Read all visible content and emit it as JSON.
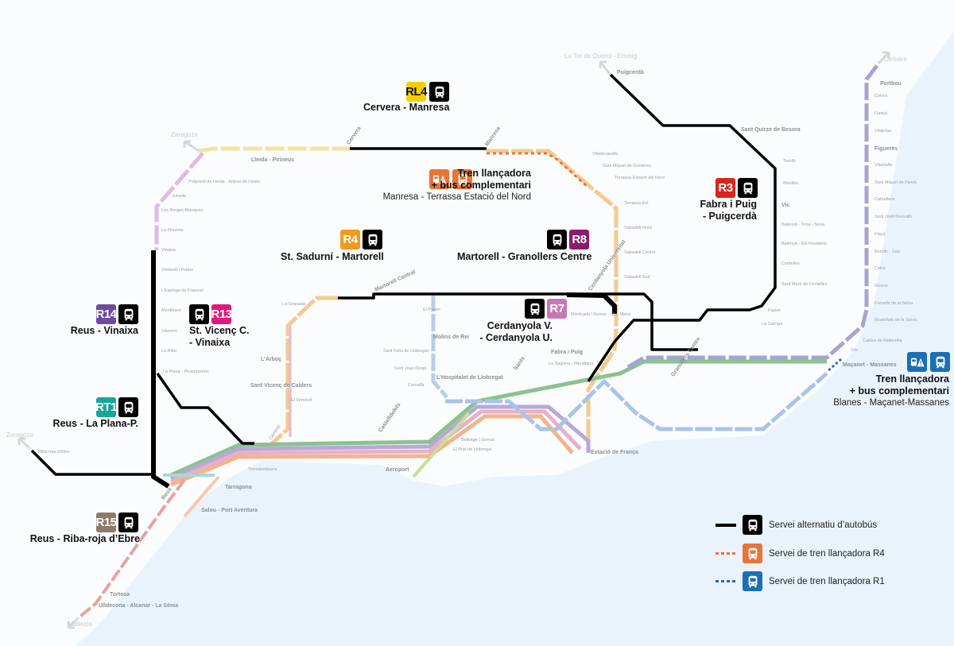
{
  "colors": {
    "bus_black": "#000000",
    "r4_shuttle_orange": "#e8743a",
    "r1_shuttle_blue": "#1b6fb5",
    "sea": "#eaf3fb"
  },
  "route_labels": [
    {
      "badge": "RL4",
      "color": "#f5d000",
      "text_color": "#111111",
      "icon": "bus-icon",
      "line1": "Cervera - Manresa"
    },
    {
      "badge": "R3",
      "color": "#d9261c",
      "icon": "bus-icon",
      "line1": "Fabra i Puig",
      "line2": "- Puigcerdà"
    },
    {
      "badge": "R4",
      "color": "#f29a1f",
      "icon": "bus-icon",
      "line1": "St. Sadurní - Martorell"
    },
    {
      "badge": "R8",
      "color": "#8b1b6b",
      "icon": "bus-icon",
      "line1": "Martorell - Granollers Centre"
    },
    {
      "badge": "R7",
      "color": "#c479b5",
      "icon": "bus-icon",
      "line1": "Cerdanyola V.",
      "line2": "- Cerdanyola U."
    },
    {
      "badge": "R14",
      "color": "#6c4b9c",
      "icon": "bus-icon",
      "line1": "Reus - Vinaixa"
    },
    {
      "badge": "R13",
      "color": "#e2197c",
      "icon": "bus-icon",
      "line1": "St. Vicenç C.",
      "line2": "- Vinaixa"
    },
    {
      "badge": "RT1",
      "color": "#1aa59b",
      "icon": "bus-icon",
      "line1": "Reus - La Plana-P."
    },
    {
      "badge": "R15",
      "color": "#8c7b6a",
      "icon": "bus-icon",
      "line1": "Reus - Riba-roja d’Ebre"
    }
  ],
  "shuttles": [
    {
      "color": "#e8743a",
      "icons": [
        "train-warning-icon",
        "bus-icon"
      ],
      "line1": "Tren llançadora",
      "line2": "+ bus complementari",
      "line3": "Manresa - Terrassa Estació del Nord"
    },
    {
      "color": "#1b6fb5",
      "icons": [
        "train-warning-icon",
        "bus-icon"
      ],
      "line1": "Tren llançadora",
      "line2": "+ bus complementari",
      "line3": "Blanes - Maçanet-Massanes"
    }
  ],
  "legend": [
    {
      "style": "solid",
      "color": "#000000",
      "label": "Servei alternatiu d’autobús"
    },
    {
      "style": "dotted",
      "color": "#e8743a",
      "label": "Servei de tren llançadora R4"
    },
    {
      "style": "dotted",
      "color": "#1b6fb5",
      "label": "Servei de tren llançadora R1"
    }
  ],
  "stations": [
    "Zaragoza",
    "Lleida - Pirineus",
    "Puigverd de Lleida - Artesa de Lleida",
    "Juneda",
    "Les Borges Blanques",
    "La Floresta",
    "Vinaixa",
    "Vimbodí i Poblet",
    "L’Espluga de Francolí",
    "Montblanc",
    "Vilaverd",
    "La Riba",
    "La Plana - Picamoixons",
    "Cervera",
    "Manresa",
    "La Tor de Querol - Enveig",
    "Puigcerdà",
    "Sant Quirze de Besora",
    "Torelló",
    "Manlleu",
    "Vic",
    "Balenyà - Tona - Seva",
    "Balenyà - Els Hostalets",
    "Centelles",
    "Sant Martí de Centelles",
    "Figaró",
    "La Garriga",
    "Cerbère",
    "Portbou",
    "Colera",
    "Llançà",
    "Vilajuïga",
    "Figueres",
    "Vilamalla",
    "Sant Miquel de Fluvià",
    "Camallera",
    "Sant Jordi Desvalls",
    "Flaçà",
    "Bordils - Juià",
    "Celrà",
    "Girona",
    "Fornells de la Selva",
    "Riudellots de la Selva",
    "Caldes de Malavella",
    "Sils",
    "Maçanet - Massanes",
    "Viladecavalls",
    "Sant Miquel de Gonteres",
    "Terrassa Estació del Nord",
    "Terrassa Est",
    "Sabadell Nord",
    "Sabadell Centre",
    "Sabadell Sud",
    "Molins de Rei",
    "Sant Feliu de Llobregat",
    "Sant Joan Despí",
    "Cornellà",
    "L’Hospitalet de Llobregat",
    "Aeroport",
    "Estació de França",
    "Fabra i Puig",
    "La Sagrera - Meridiana",
    "Sant Vicenç de Calders",
    "Tarragona",
    "Salou - Port Aventura",
    "Reus",
    "Tortosa",
    "Ulldecona - Alcanar - La Sénia",
    "València",
    "Zaragoza",
    "Riba-roja d’Ebre",
    "L’Arboç",
    "El Vendrell",
    "Castelldefels",
    "El Prat de Llobregat",
    "Bellvitge | Gornal",
    "Sants",
    "Granollers Centre",
    "Martorell Central",
    "Cerdanyola Universitat",
    "Cambrils",
    "Torredembarra",
    "La Granada",
    "El Papiol",
    "Montcada i Reixac - Sta. Maria"
  ]
}
